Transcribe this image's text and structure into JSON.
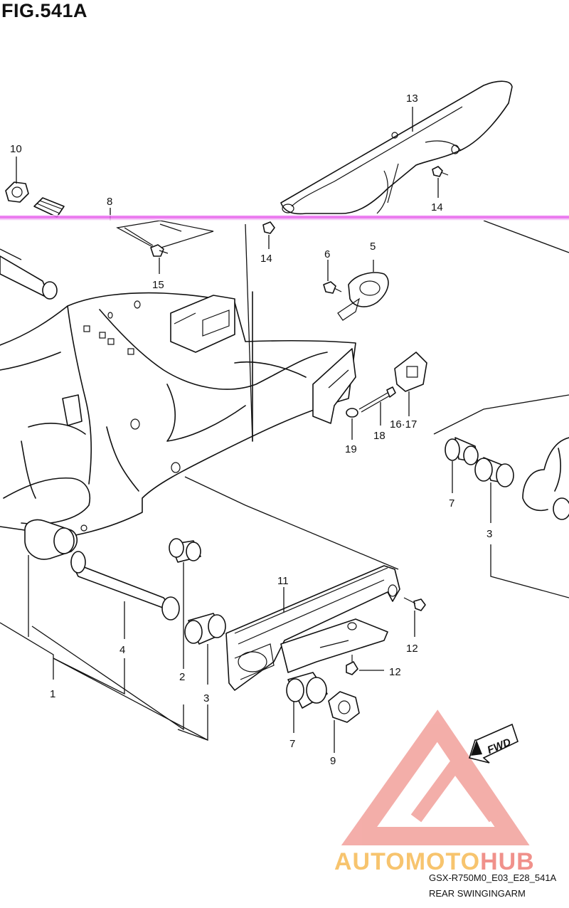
{
  "figure": {
    "title": "FIG.541A"
  },
  "callouts": {
    "c1": "1",
    "c2": "2",
    "c3a": "3",
    "c3b": "3",
    "c4": "4",
    "c5": "5",
    "c6": "6",
    "c7a": "7",
    "c7b": "7",
    "c8": "8",
    "c9": "9",
    "c10": "10",
    "c11": "11",
    "c12a": "12",
    "c12b": "12",
    "c13": "13",
    "c14a": "14",
    "c14b": "14",
    "c15": "15",
    "c1617": "16·17",
    "c18": "18",
    "c19": "19"
  },
  "fwd_label": "FWD",
  "footer": {
    "code": "GSX-R750M0_E03_E28_541A",
    "name": "REAR SWINGINGARM"
  },
  "watermark": {
    "part1": "AUTOMOTO",
    "part2": "HUB"
  },
  "colors": {
    "ink": "#111111",
    "watermark_red": "#eb6c64",
    "watermark_orange": "#f4b03e",
    "scan_line": "#e23ee8"
  }
}
